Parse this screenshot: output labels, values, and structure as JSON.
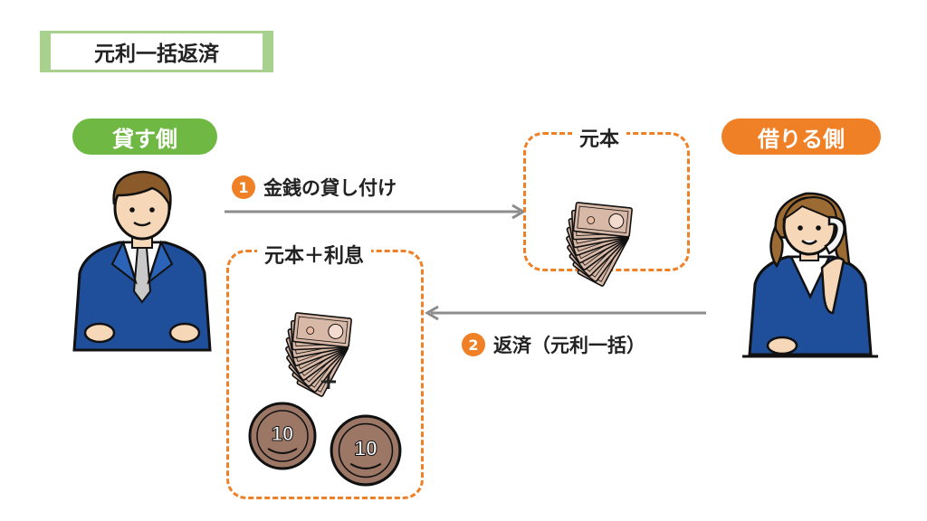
{
  "title": "元利一括返済",
  "lender": {
    "label": "貸す側"
  },
  "borrower": {
    "label": "借りる側"
  },
  "steps": [
    {
      "number": "1",
      "label": "金銭の貸し付け"
    },
    {
      "number": "2",
      "label": "返済（元利一括）"
    }
  ],
  "boxes": {
    "principal": {
      "label": "元本"
    },
    "repayment": {
      "label": "元本＋利息",
      "plus": "+"
    }
  },
  "coins": [
    {
      "value": "10"
    },
    {
      "value": "10"
    }
  ],
  "colors": {
    "green": "#70b844",
    "orange": "#f08025",
    "title_border": "#a9d18e",
    "arrow": "#8c8c8c",
    "suit": "#1f4e9a"
  },
  "icons": {
    "lender": "businessman-icon",
    "borrower": "woman-phone-icon",
    "money": "banknote-fan-icon",
    "coin": "coin-icon"
  }
}
